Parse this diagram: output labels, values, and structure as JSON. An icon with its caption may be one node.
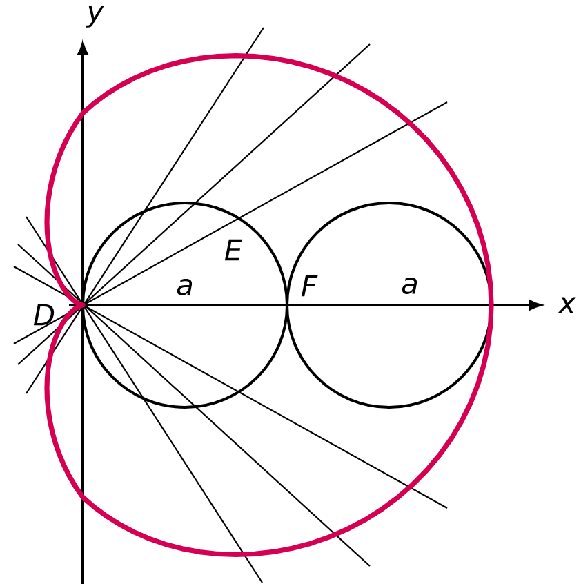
{
  "diagram": {
    "labels": [
      "y",
      "E",
      "D",
      "a",
      "F",
      "a",
      "x"
    ]
  }
}
